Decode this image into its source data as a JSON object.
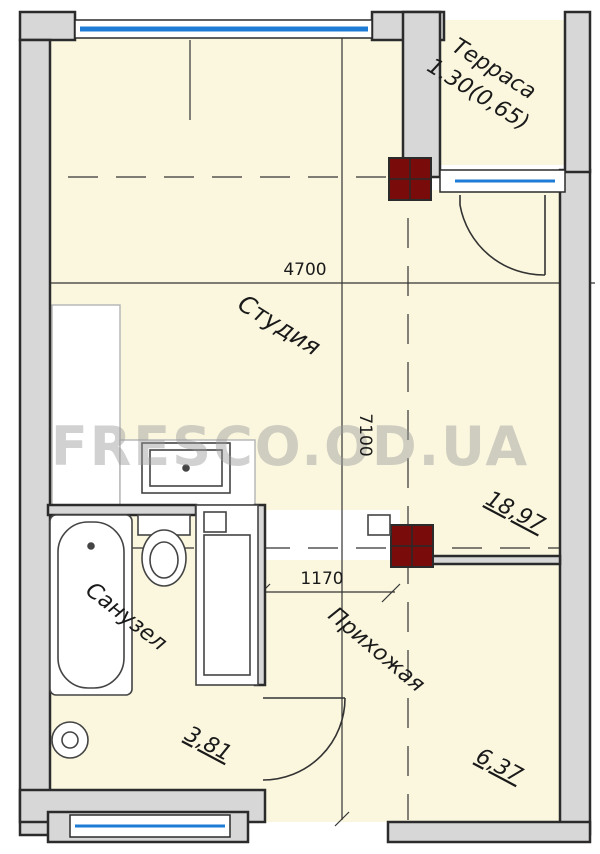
{
  "rooms": {
    "terrace": {
      "name": "Терраса",
      "area": "1.30(0,65)"
    },
    "studio": {
      "name": "Студия",
      "area": "18,97"
    },
    "bathroom": {
      "name": "Санузел",
      "area": "3,81"
    },
    "hallway": {
      "name": "Прихожая",
      "area": "6,37"
    }
  },
  "dimensions": {
    "width": "4700",
    "length": "7100",
    "hall_width": "1170"
  },
  "watermark": "FRESCO.OD.UA",
  "colors": {
    "floor": "#fbf7df",
    "wall": "#d7d7d7",
    "wall_outline": "#2b2b2b",
    "shaft": "#7a0b0b",
    "window": "#1e7bd6"
  }
}
